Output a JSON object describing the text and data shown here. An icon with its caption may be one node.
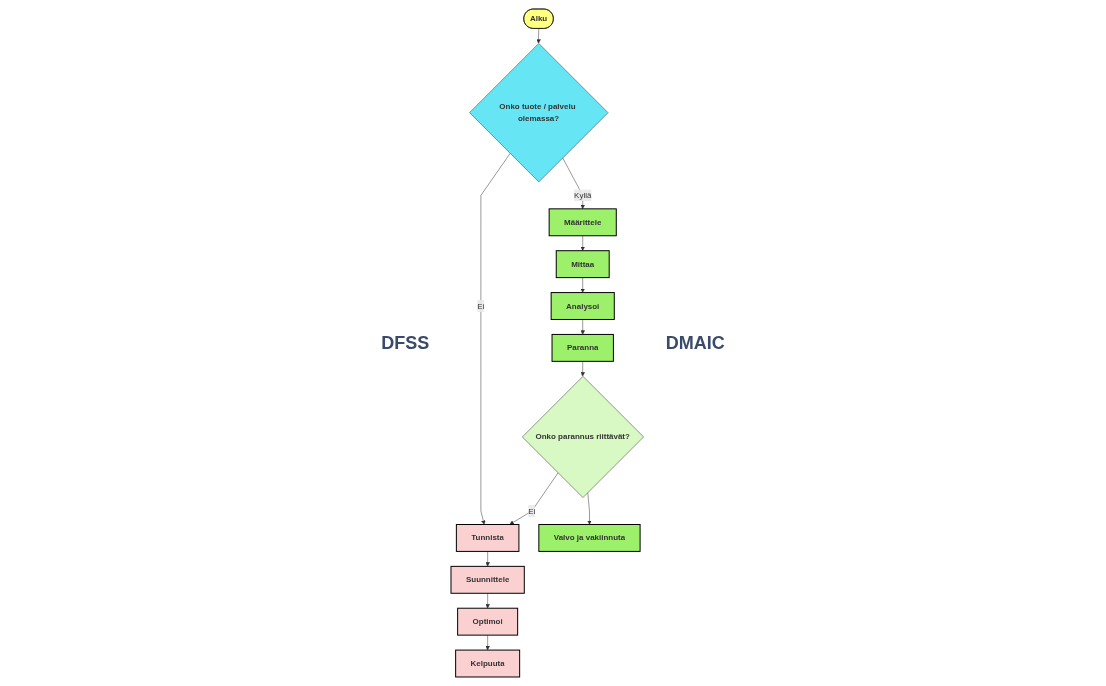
{
  "diagram": {
    "nodes": [
      {
        "text": [
          "Alku"
        ]
      },
      {
        "text": [
          "Onko tuote / palvelu olemassa?"
        ]
      },
      {
        "text": [
          "Tunnista"
        ]
      },
      {
        "text": [
          "Suunnittele"
        ]
      },
      {
        "text": [
          "Optimoi"
        ]
      },
      {
        "text": [
          "Kelpuuta"
        ]
      },
      {
        "text": [
          "Määrittele"
        ]
      },
      {
        "text": [
          "Mittaa"
        ]
      },
      {
        "text": [
          "Analysoi"
        ]
      },
      {
        "text": [
          "Paranna"
        ]
      },
      {
        "text": [
          "Onko parannus riittävät?"
        ]
      },
      {
        "text": [
          "Valvo ja vakiinnuta"
        ]
      }
    ],
    "edges": [
      {
        "from": 0,
        "to": 1,
        "arrow": "to"
      },
      {
        "from": 1,
        "to": 2,
        "label": "Ei",
        "arrow": "to"
      },
      {
        "from": 1,
        "to": 6,
        "label": "Kyllä",
        "arrow": "to"
      },
      {
        "from": 2,
        "to": 3,
        "arrow": "to"
      },
      {
        "from": 3,
        "to": 4,
        "arrow": "to"
      },
      {
        "from": 4,
        "to": 5,
        "arrow": "to"
      },
      {
        "from": 6,
        "to": 7,
        "arrow": "to"
      },
      {
        "from": 7,
        "to": 8,
        "arrow": "to"
      },
      {
        "from": 8,
        "to": 9,
        "arrow": "to"
      },
      {
        "from": 9,
        "to": 10,
        "arrow": "to"
      },
      {
        "from": 10,
        "to": 2,
        "label": "Ei",
        "arrow": "to"
      },
      {
        "from": 10,
        "to": 11,
        "arrow": "to"
      }
    ],
    "labels": [
      "DFSS",
      "DMAIC"
    ]
  }
}
